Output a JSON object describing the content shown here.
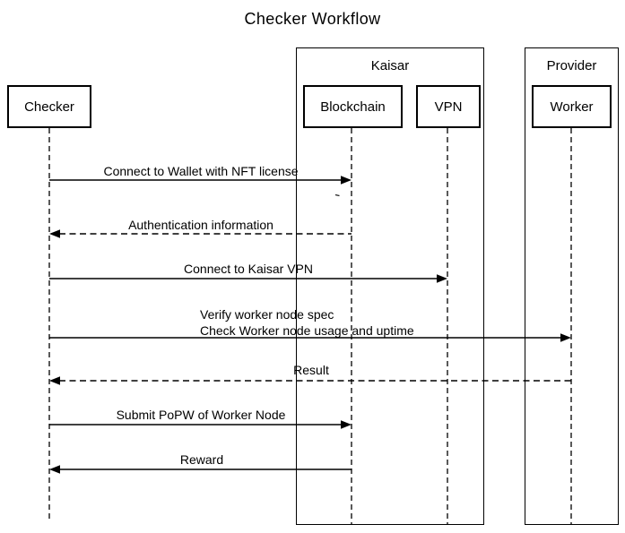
{
  "title": "Checker Workflow",
  "actors": [
    {
      "id": "checker",
      "label": "Checker"
    },
    {
      "id": "blockchain",
      "label": "Blockchain"
    },
    {
      "id": "vpn",
      "label": "VPN"
    },
    {
      "id": "worker",
      "label": "Worker"
    }
  ],
  "groups": [
    {
      "id": "kaisar",
      "label": "Kaisar",
      "contains": [
        "Blockchain",
        "VPN"
      ]
    },
    {
      "id": "provider",
      "label": "Provider",
      "contains": [
        "Worker"
      ]
    }
  ],
  "messages": [
    {
      "from": "Checker",
      "to": "Blockchain",
      "line": "solid",
      "label": "Connect to Wallet with NFT license"
    },
    {
      "from": "Blockchain",
      "to": "Checker",
      "line": "dashed",
      "label": "Authentication information"
    },
    {
      "from": "Checker",
      "to": "VPN",
      "line": "solid",
      "label": "Connect to Kaisar VPN"
    },
    {
      "from": "Checker",
      "to": "Worker",
      "line": "solid",
      "label": "Verify worker node spec",
      "label2": "Check Worker node usage and uptime"
    },
    {
      "from": "Worker",
      "to": "Checker",
      "line": "dashed",
      "label": "Result"
    },
    {
      "from": "Checker",
      "to": "Blockchain",
      "line": "solid",
      "label": "Submit PoPW of Worker Node"
    },
    {
      "from": "Blockchain",
      "to": "Checker",
      "line": "solid",
      "label": "Reward"
    }
  ],
  "colors": {
    "ink": "#000000",
    "background": "#ffffff"
  }
}
